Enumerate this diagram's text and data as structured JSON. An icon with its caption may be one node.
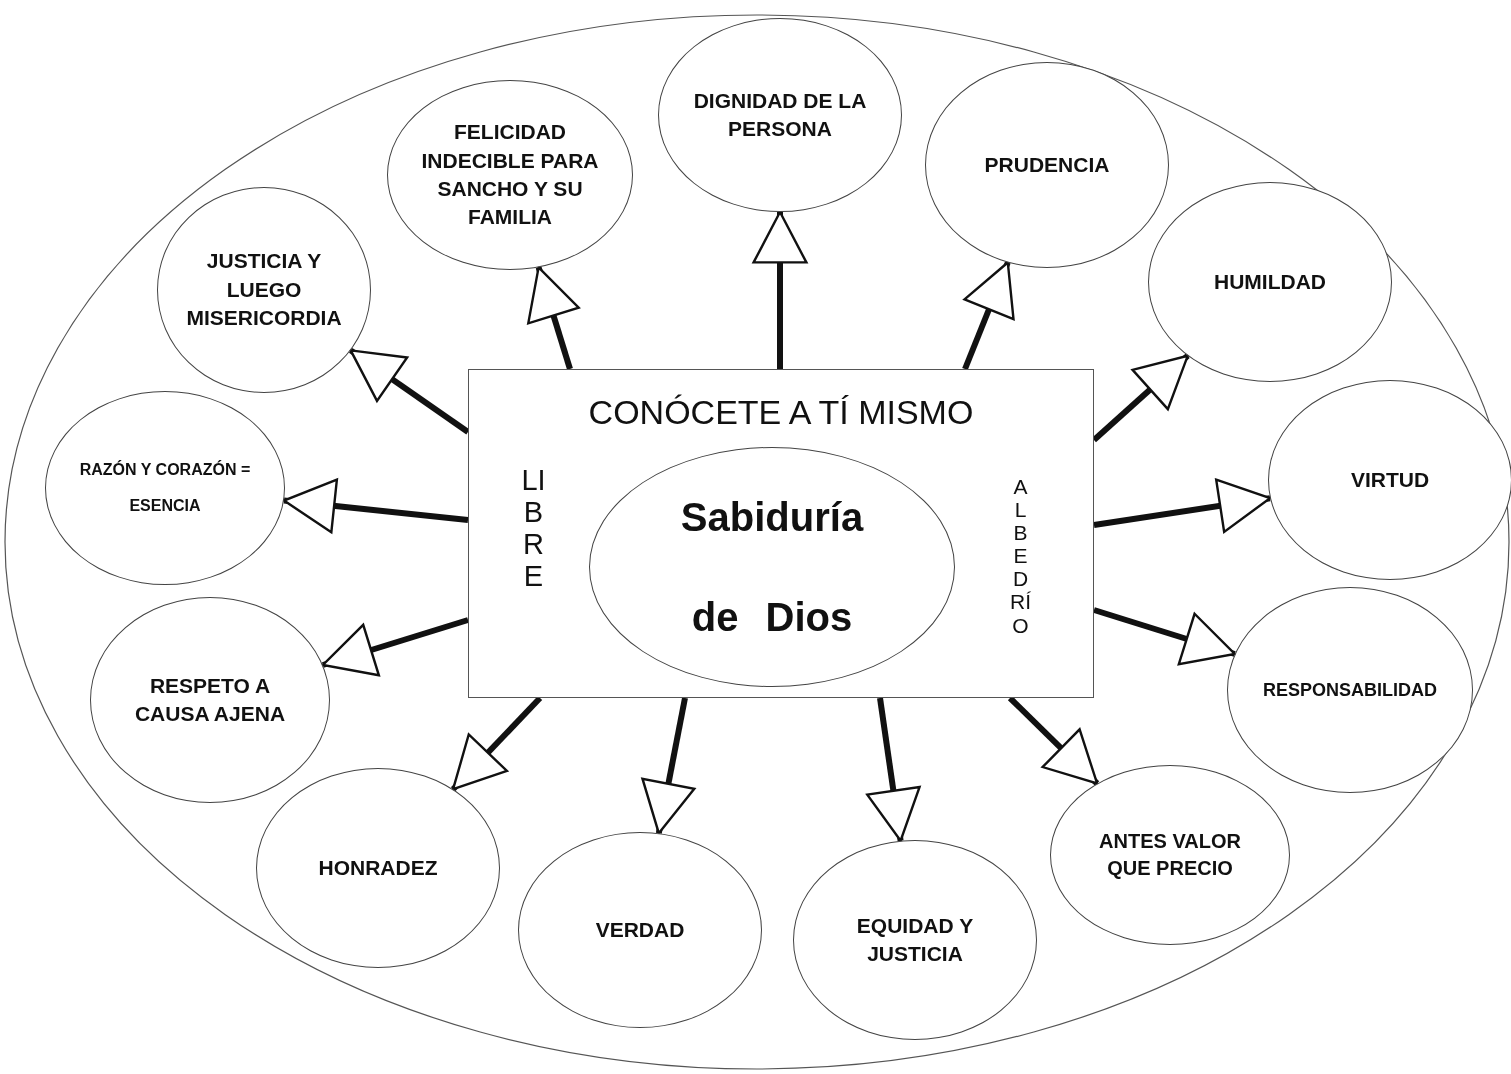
{
  "diagram": {
    "nodes": [
      {
        "text": [
          "CONÓCETE A TÍ MISMO",
          "LIBRE",
          "ALBEDRÍO"
        ]
      },
      {
        "text": [
          "Sabiduría de Dios"
        ],
        "in": 0
      },
      {
        "text": [
          "JUSTICIA Y LUEGO MISERICORDIA"
        ]
      },
      {
        "text": [
          "FELICIDAD INDECIBLE PARA SANCHO Y SU FAMILIA"
        ]
      },
      {
        "text": [
          "DIGNIDAD DE LA PERSONA"
        ]
      },
      {
        "text": [
          "PRUDENCIA"
        ]
      },
      {
        "text": [
          "HUMILDAD"
        ]
      },
      {
        "text": [
          "VIRTUD"
        ]
      },
      {
        "text": [
          "RESPONSABILIDAD"
        ]
      },
      {
        "text": [
          "ANTES VALOR QUE PRECIO"
        ]
      },
      {
        "text": [
          "EQUIDAD Y JUSTICIA"
        ]
      },
      {
        "text": [
          "VERDAD"
        ]
      },
      {
        "text": [
          "HONRADEZ"
        ]
      },
      {
        "text": [
          "RESPETO A CAUSA AJENA"
        ]
      },
      {
        "text": [
          "RAZÓN Y CORAZÓN =",
          "ESENCIA"
        ]
      }
    ],
    "edges": [
      {
        "from": 0,
        "to": 2,
        "arrow": "to"
      },
      {
        "from": 0,
        "to": 3,
        "arrow": "to"
      },
      {
        "from": 0,
        "to": 4,
        "arrow": "to"
      },
      {
        "from": 0,
        "to": 5,
        "arrow": "to"
      },
      {
        "from": 0,
        "to": 6,
        "arrow": "to"
      },
      {
        "from": 0,
        "to": 7,
        "arrow": "to"
      },
      {
        "from": 0,
        "to": 8,
        "arrow": "to"
      },
      {
        "from": 0,
        "to": 9,
        "arrow": "to"
      },
      {
        "from": 0,
        "to": 10,
        "arrow": "to"
      },
      {
        "from": 0,
        "to": 11,
        "arrow": "to"
      },
      {
        "from": 0,
        "to": 12,
        "arrow": "to"
      },
      {
        "from": 0,
        "to": 13,
        "arrow": "to"
      },
      {
        "from": 0,
        "to": 14,
        "arrow": "to"
      }
    ]
  }
}
